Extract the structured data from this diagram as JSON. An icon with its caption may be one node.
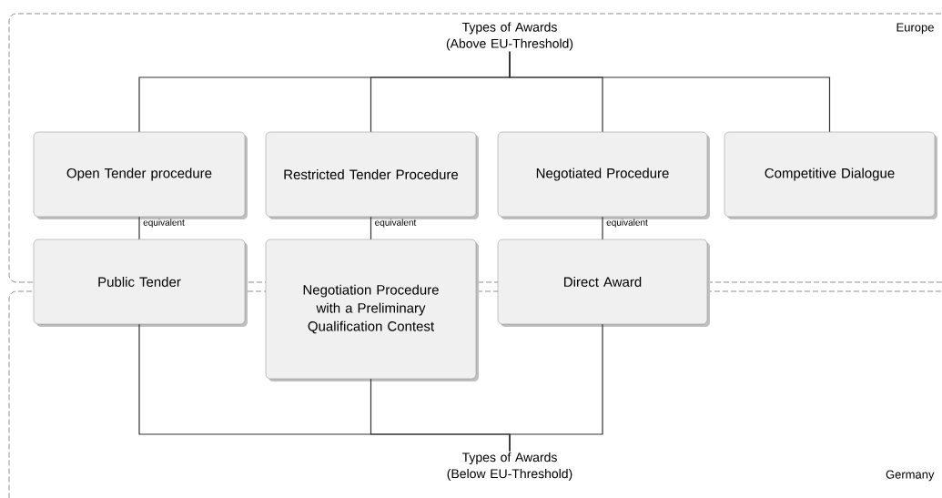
{
  "diagram": {
    "nodes": [
      {
        "text": [
          "Europe"
        ]
      },
      {
        "text": [
          "Types of Awards (Above EU-Threshold)"
        ],
        "in": 0
      },
      {
        "text": [
          "Open Tender procedure"
        ],
        "in": 0
      },
      {
        "text": [
          "Restricted Tender Procedure"
        ],
        "in": 0
      },
      {
        "text": [
          "Negotiated Procedure"
        ],
        "in": 0
      },
      {
        "text": [
          "Competitive Dialogue"
        ],
        "in": 0
      },
      {
        "text": [
          "Germany"
        ]
      },
      {
        "text": [
          "Public Tender"
        ]
      },
      {
        "text": [
          "Negotiation Procedure with a Preliminary Qualification Contest"
        ]
      },
      {
        "text": [
          "Direct Award"
        ]
      },
      {
        "text": [
          "Types of Awards (Below EU-Threshold)"
        ],
        "in": 6
      }
    ],
    "edges": [
      {
        "from": 1,
        "to": 2,
        "arrow": "none"
      },
      {
        "from": 1,
        "to": 3,
        "arrow": "none"
      },
      {
        "from": 1,
        "to": 4,
        "arrow": "none"
      },
      {
        "from": 1,
        "to": 5,
        "arrow": "none"
      },
      {
        "from": 2,
        "to": 7,
        "arrow": "none",
        "label": "equivalent"
      },
      {
        "from": 3,
        "to": 8,
        "arrow": "none",
        "label": "equivalent"
      },
      {
        "from": 4,
        "to": 9,
        "arrow": "none",
        "label": "equivalent"
      },
      {
        "from": 10,
        "to": 7,
        "arrow": "none"
      },
      {
        "from": 10,
        "to": 8,
        "arrow": "none"
      },
      {
        "from": 10,
        "to": 9,
        "arrow": "none"
      }
    ]
  }
}
